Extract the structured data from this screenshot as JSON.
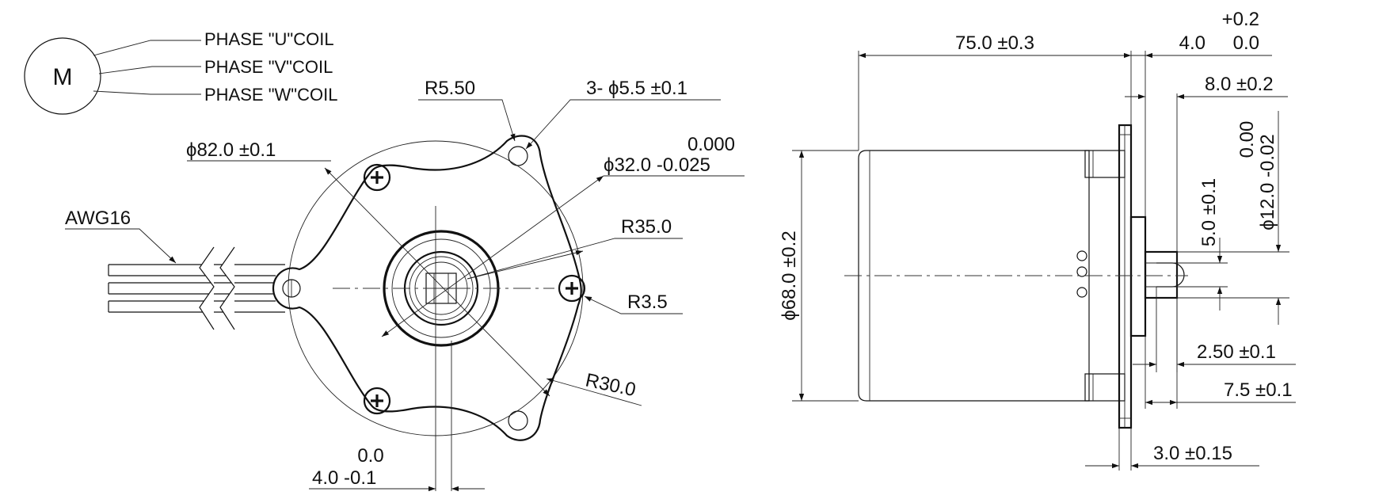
{
  "motor_symbol": {
    "letter": "M",
    "coils": [
      "PHASE \"U\"COIL",
      "PHASE \"V\"COIL",
      "PHASE \"W\"COIL"
    ]
  },
  "front_view": {
    "wire_gauge": "AWG16",
    "outer_circle_dia": "ϕ82.0 ±0.1",
    "corner_radius": "R5.50",
    "mount_holes": "3- ϕ5.5 ±0.1",
    "pilot_tol_upper": "0.000",
    "pilot_dia": "ϕ32.0 -0.025",
    "bolt_circle_radius": "R35.0",
    "screw_radius": "R3.5",
    "flange_radius": "R30.0",
    "shaft_offset_tol_upper": "0.0",
    "shaft_offset": "4.0 -0.1"
  },
  "side_view": {
    "body_length": "75.0 ±0.3",
    "shaft_len_tol_upper": "+0.2",
    "shaft_len_tol_lower": "0.0",
    "shaft_len_nominal": "4.0",
    "shaft_ext": "8.0 ±0.2",
    "shaft_dia_tol_upper": "0.00",
    "shaft_dia": "ϕ12.0 -0.02",
    "flat_width": "5.0 ±0.1",
    "body_dia": "ϕ68.0 ±0.2",
    "keyway_depth": "2.50 ±0.1",
    "pilot_length": "7.5 ±0.1",
    "flange_thickness": "3.0 ±0.15"
  }
}
